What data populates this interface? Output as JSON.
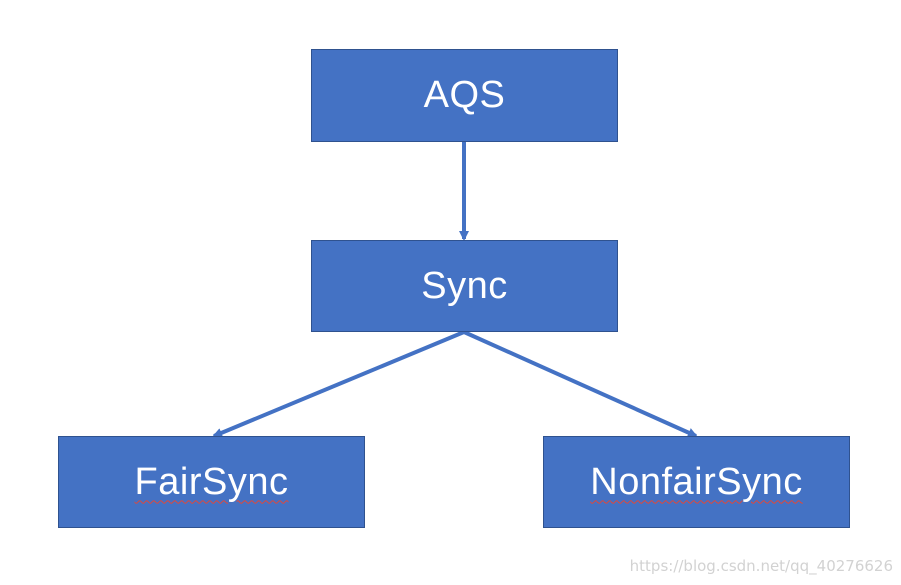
{
  "nodes": {
    "aqs": "AQS",
    "sync": "Sync",
    "fair_sync": "FairSync",
    "nonfair_sync": "NonfairSync"
  },
  "edges": [
    {
      "from": "aqs",
      "to": "sync"
    },
    {
      "from": "sync",
      "to": "fair_sync"
    },
    {
      "from": "sync",
      "to": "nonfair_sync"
    }
  ],
  "watermark": "https://blog.csdn.net/qq_40276626",
  "colors": {
    "node_fill": "#4472c4",
    "node_border": "#2f528f",
    "node_text": "#ffffff",
    "edge": "#4472c4",
    "spellcheck_underline": "#e0473a",
    "watermark": "#d2d2d2"
  }
}
